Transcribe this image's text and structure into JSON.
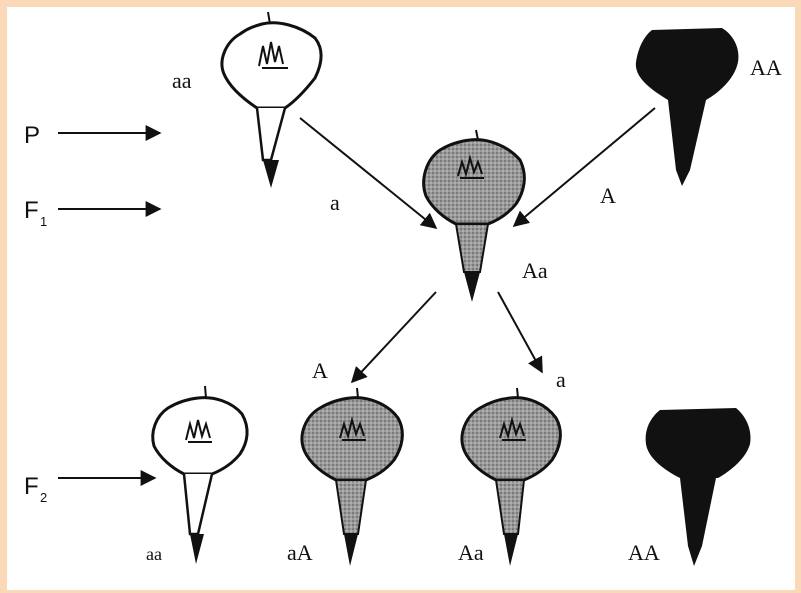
{
  "generations": {
    "p": "P",
    "f1_main": "F",
    "f1_sub": "1",
    "f2_main": "F",
    "f2_sub": "2"
  },
  "genotypes": {
    "parent_white": "aa",
    "parent_dark": "AA",
    "f1": "Aa",
    "f2_white": "aa",
    "f2_shaded_1": "aA",
    "f2_shaded_2": "Aa",
    "f2_dark": "AA"
  },
  "gametes": {
    "from_white_parent": "a",
    "from_dark_parent": "A",
    "f1_left": "A",
    "f1_right": "a"
  },
  "colors": {
    "background": "#f9d9b8",
    "ink": "#111111",
    "shaded": "#8c8c8c",
    "white_flower": "#ffffff"
  }
}
